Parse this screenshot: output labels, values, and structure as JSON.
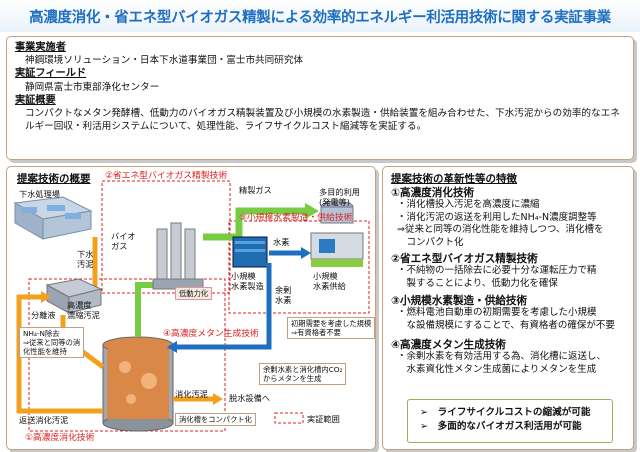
{
  "title": "高濃度消化・省エネ型バイオガス精製による効率的エネルギー利活用技術に関する実証事業",
  "overview": {
    "implementer_label": "事業実施者",
    "implementer": "神鋼環境ソリューション・日本下水道事業団・富士市共同研究体",
    "field_label": "実証フィールド",
    "field": "静岡県富士市東部浄化センター",
    "summary_label": "実証概要",
    "summary": "コンパクトなメタン発酵槽、低動力のバイオガス精製装置及び小規模の水素製造・供給装置を組み合わせた、下水汚泥からの効率的なエネルギー回収・利活用システムについて、処理性能、ライフサイクルコスト縮減等を実証する。"
  },
  "diagram": {
    "title": "提案技術の概要",
    "labels": {
      "plant": "下水処理場",
      "sewage": "下水\n汚泥",
      "separation": "分離液",
      "nh4": "NH₄-N除去\n⇒従来と同等の消\n化性能を維持",
      "thickener": "高濃度\n濃縮汚泥",
      "return": "返送消化汚泥",
      "digested": "消化汚泥",
      "dewatering": "脱水設備へ",
      "compact": "消化槽をコンパクト化",
      "biogas": "バイオ\nガス",
      "low_power": "低動力化",
      "refined": "精製ガス",
      "uses": "多目的利用\n(発電等)",
      "hydrogen": "水素",
      "h2_production": "小規模\n水素製造",
      "h2_supply": "小規模\n水素供給",
      "surplus": "余剰\n水素",
      "initial_demand": "初期需要を考慮した規模\n⇒有資格者不要",
      "co2": "余剰水素と消化槽内CO₂\nからメタンを生成",
      "legend": "実証範囲"
    },
    "tech": {
      "t1": "①高濃度消化技術",
      "t2": "②省エネ型バイオガス精製技術",
      "t3": "③小規模水素製造・供給技術",
      "t4": "④高濃度メタン生成技術"
    }
  },
  "features": {
    "title": "提案技術の革新性等の特徴",
    "items": [
      {
        "heading": "①高濃度消化技術",
        "lines": [
          "・消化槽投入汚泥を高濃度に濃縮",
          "・消化汚泥の返送を利用したNH₄-N濃度調整等",
          "⇒従来と同等の消化性能を維持しつつ、消化槽を",
          "　コンパクト化"
        ]
      },
      {
        "heading": "②省エネ型バイオガス精製技術",
        "lines": [
          "・不純物の一括除去に必要十分な運転圧力で精",
          "　製することにより、低動力化を確保"
        ]
      },
      {
        "heading": "③小規模水素製造・供給技術",
        "lines": [
          "・燃料電池自動車の初期需要を考慮した小規模",
          "　な設備規模にすることで、有資格者の確保が不要"
        ]
      },
      {
        "heading": "④高濃度メタン生成技術",
        "lines": [
          "・余剰水素を有効活用する為、消化槽に返送し、",
          "　水素資化性メタン生成菌によりメタンを生成"
        ]
      }
    ],
    "summary": [
      "➢　ライフサイクルコストの縮減が可能",
      "➢　多面的なバイオガス利活用が可能"
    ]
  },
  "colors": {
    "title": "#1f6fc0",
    "accent_red": "#dd2222",
    "green_arrow": "#77cc44",
    "blue_arrow": "#1f6fc0",
    "orange_arrow": "#f4a01f"
  }
}
